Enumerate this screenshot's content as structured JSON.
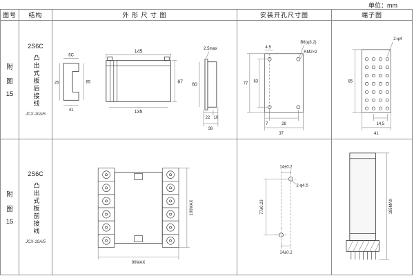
{
  "unit_label": "单位：mm",
  "header": {
    "fig_no": "图号",
    "structure": "结构",
    "outline": "外 形 尺 寸 图",
    "mounting": "安装开孔尺寸图",
    "terminal": "端子图"
  },
  "rows": [
    {
      "fig_label": [
        "附",
        "图",
        "15"
      ],
      "structure": {
        "model": "2S6C",
        "desc": "凸出式板后接线",
        "note": "JCX-10A/5"
      },
      "outline": {
        "side_top": "6C",
        "side_left": "25",
        "side_right": "85",
        "side_bottom": "41",
        "front_top": "145",
        "front_bottom": "135",
        "front_right": "67",
        "profile_top": "2.5max",
        "profile_left": "60",
        "profile_b1": "22",
        "profile_b2": "10",
        "profile_b3": "38"
      },
      "mounting": {
        "top_left": "4.5",
        "hole": "B6(φ3.2)",
        "thread": "RM2×2",
        "left_outer": "77",
        "left_inner": "63",
        "bottom_left": "7",
        "bottom_mid": "28",
        "bottom_total": "37"
      },
      "terminal": {
        "hole": "2-φ4",
        "left": "85",
        "bottom_inner": "14.5",
        "bottom_total": "41"
      }
    },
    {
      "fig_label": [
        "附",
        "图",
        "15"
      ],
      "structure": {
        "model": "2S6C",
        "desc": "凸出式板前接线",
        "note": "JCX-10A/5"
      },
      "outline": {
        "right": "100MAX",
        "bottom": "90MAX"
      },
      "mounting": {
        "top": "14±0.2",
        "hole": "2-φ4.5",
        "left": "77±0.23",
        "bottom": "14±0.2"
      },
      "terminal": {
        "right": "185MAX"
      }
    }
  ]
}
